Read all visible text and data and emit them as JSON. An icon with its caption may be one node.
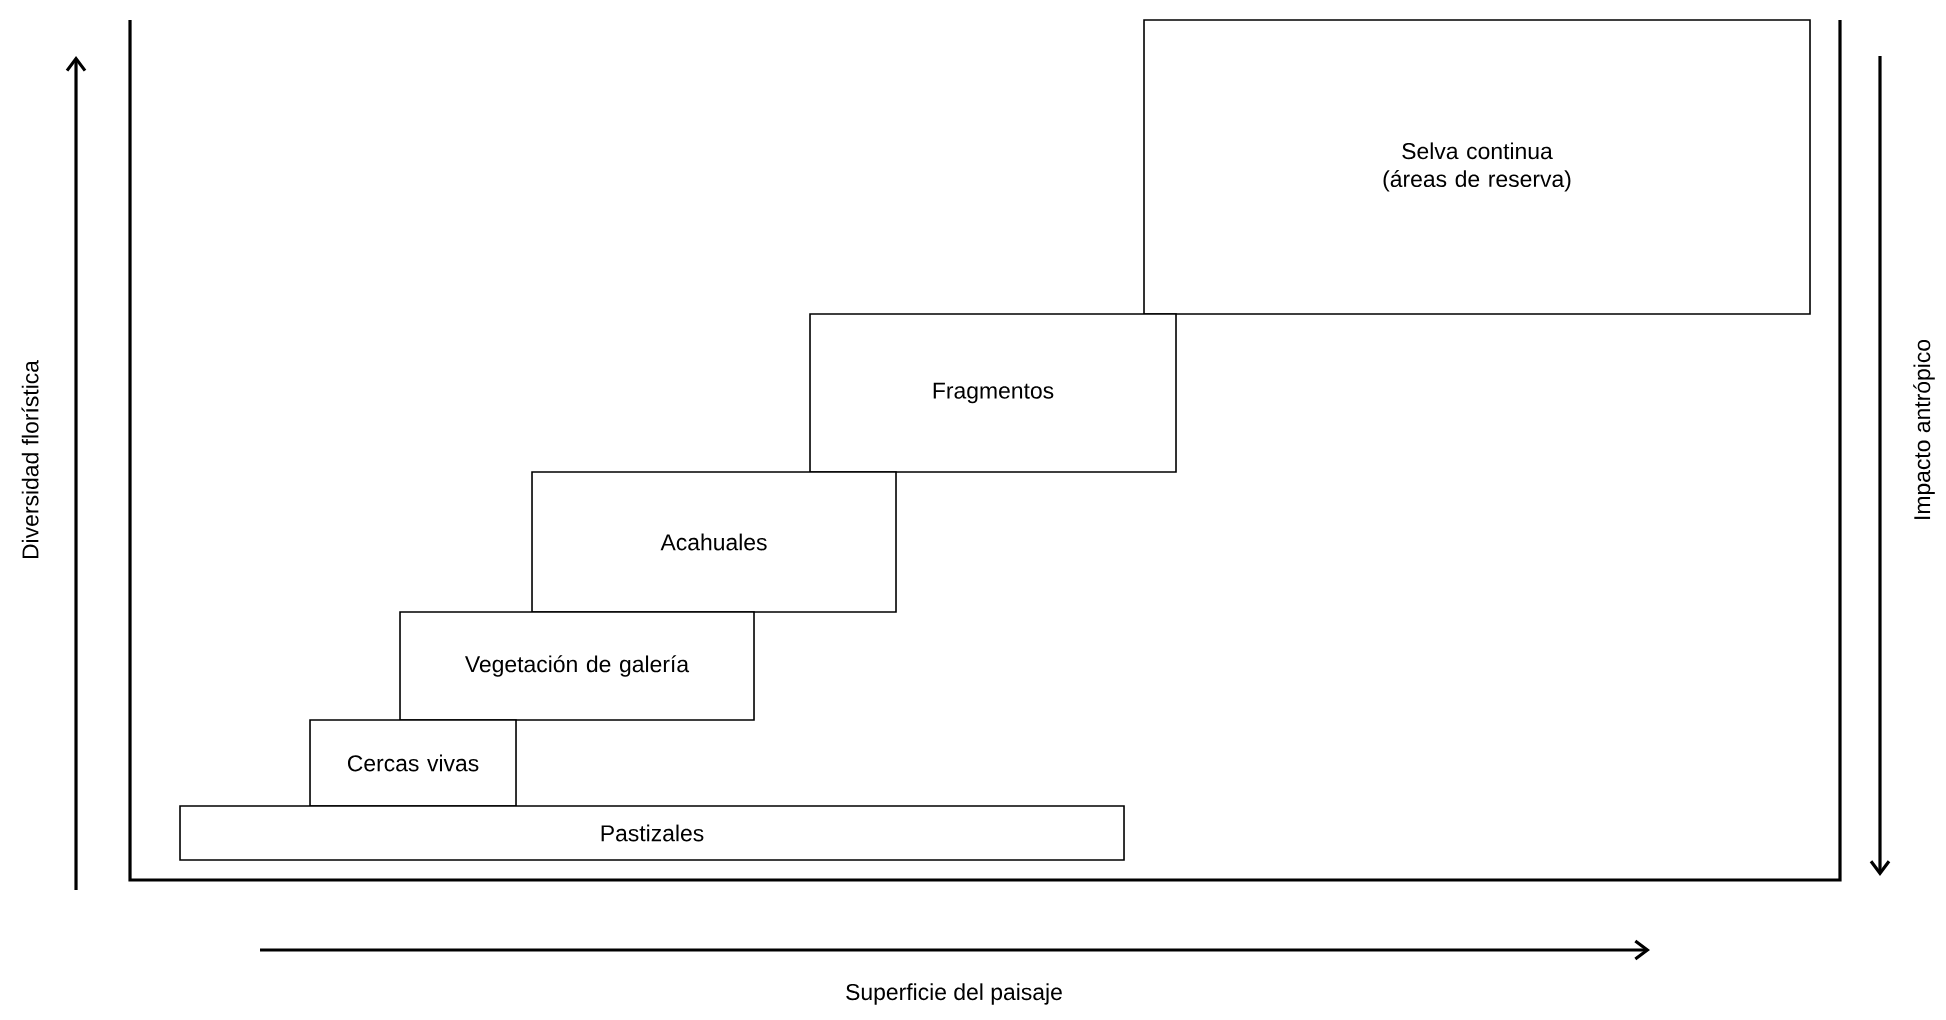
{
  "diagram": {
    "nodes": [
      {
        "text": [
          "Selva continua (áreas de reserva)"
        ]
      },
      {
        "text": [
          "Fragmentos"
        ]
      },
      {
        "text": [
          "Acahuales"
        ]
      },
      {
        "text": [
          "Vegetación de galería"
        ]
      },
      {
        "text": [
          "Cercas vivas"
        ]
      },
      {
        "text": [
          "Pastizales"
        ]
      }
    ],
    "labels": [
      "Diversidad florística",
      "Impacto antrópico",
      "Superficie del paisaje"
    ]
  }
}
